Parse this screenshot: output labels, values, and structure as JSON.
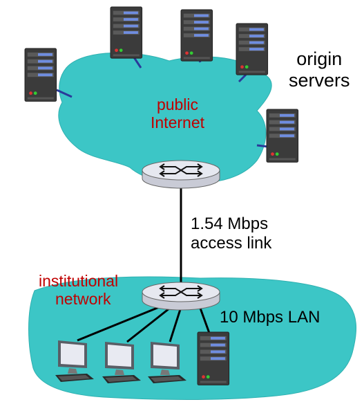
{
  "labels": {
    "public_line1": "public",
    "public_line2": "Internet",
    "origin_line1": "origin",
    "origin_line2": "servers",
    "access_line1": "1.54 Mbps",
    "access_line2": "access link",
    "inst_line1": "institutional",
    "inst_line2": "network",
    "lan": "10 Mbps LAN"
  },
  "colors": {
    "cloud": "#3cc6c6",
    "cloud_edge": "#2fb0b0",
    "label_red": "#c00000",
    "server_body": "#3b3b3b",
    "server_link": "#2a3a9a"
  },
  "icons": {
    "server": "server-tower-icon",
    "router": "router-icon",
    "workstation": "desktop-computer-icon"
  }
}
